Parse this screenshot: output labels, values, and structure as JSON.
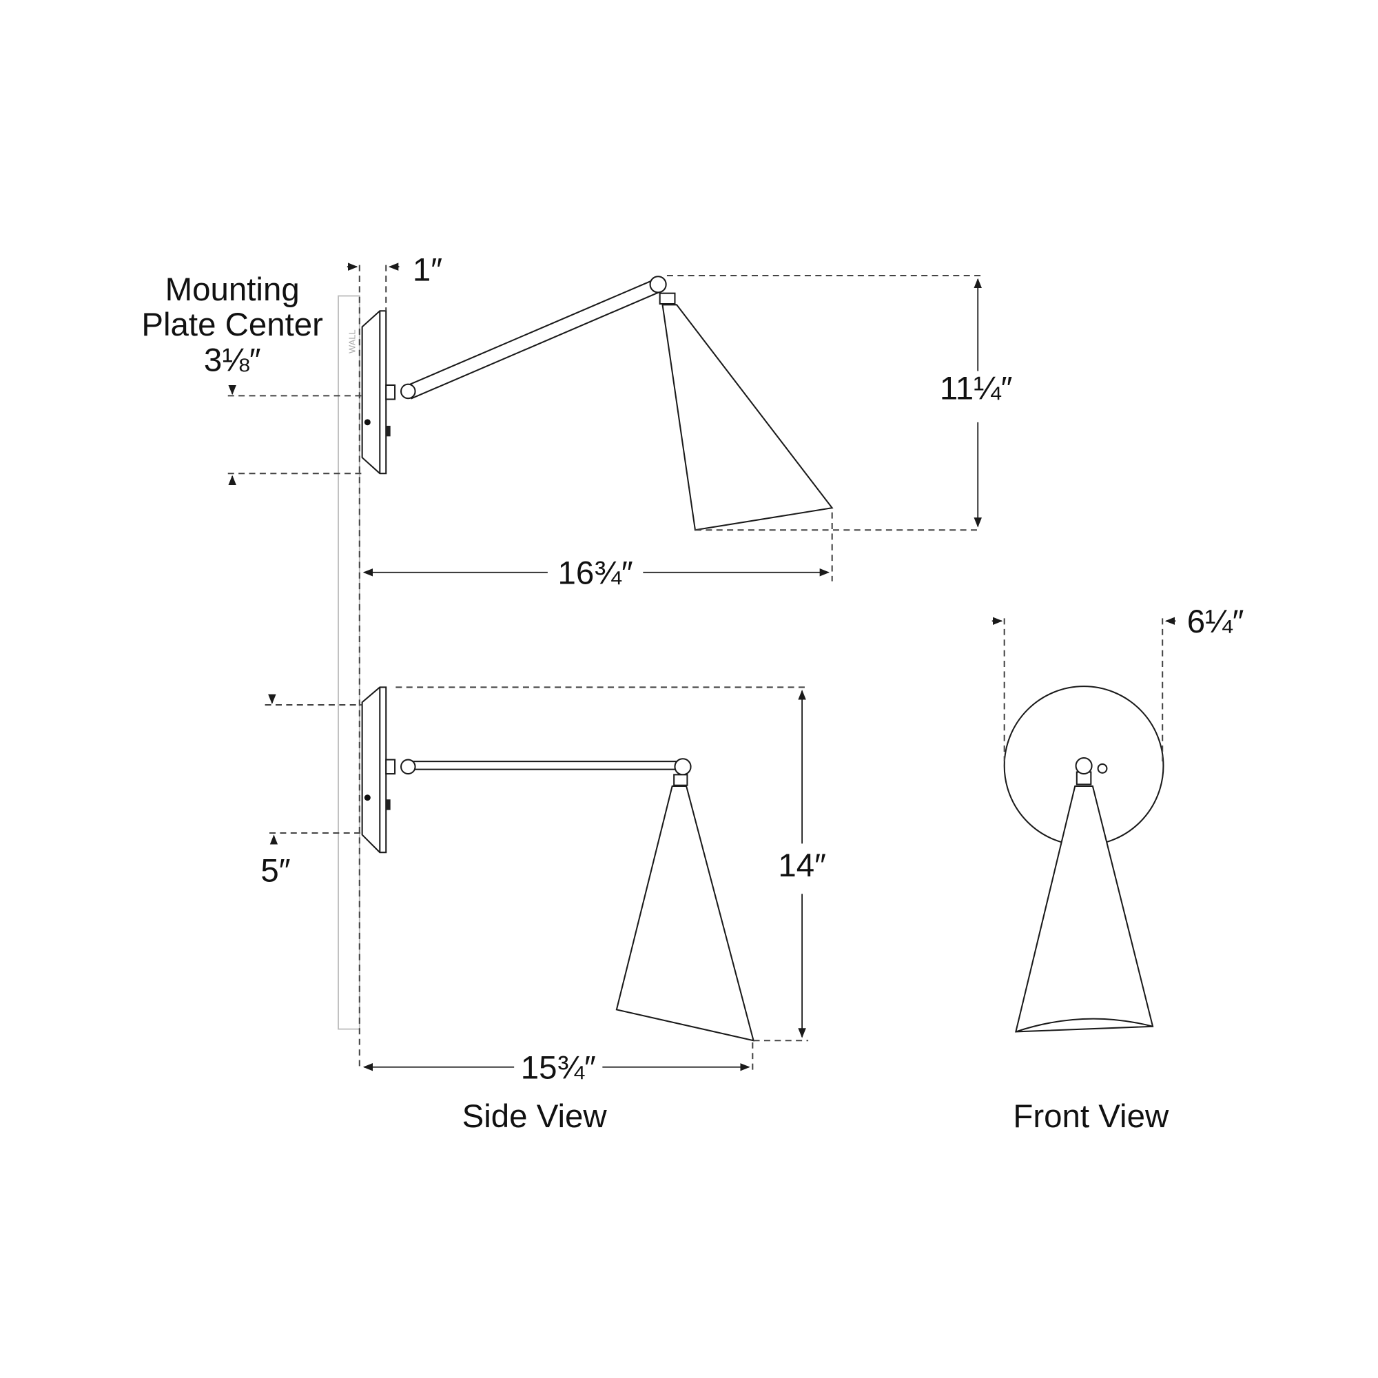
{
  "labels": {
    "mounting_line1": "Mounting",
    "mounting_line2": "Plate Center",
    "mounting_value": "3⅛″",
    "plate_depth": "1″",
    "top_height": "11¼″",
    "top_extension": "16¾″",
    "bottom_offset": "5″",
    "bottom_height": "14″",
    "bottom_extension": "15¾″",
    "front_width": "6¼″",
    "wall": "WALL",
    "side_view": "Side View",
    "front_view": "Front View"
  },
  "colors": {
    "line": "#1a1a1a",
    "dash": "#444444",
    "wall": "#bbbbbb"
  }
}
